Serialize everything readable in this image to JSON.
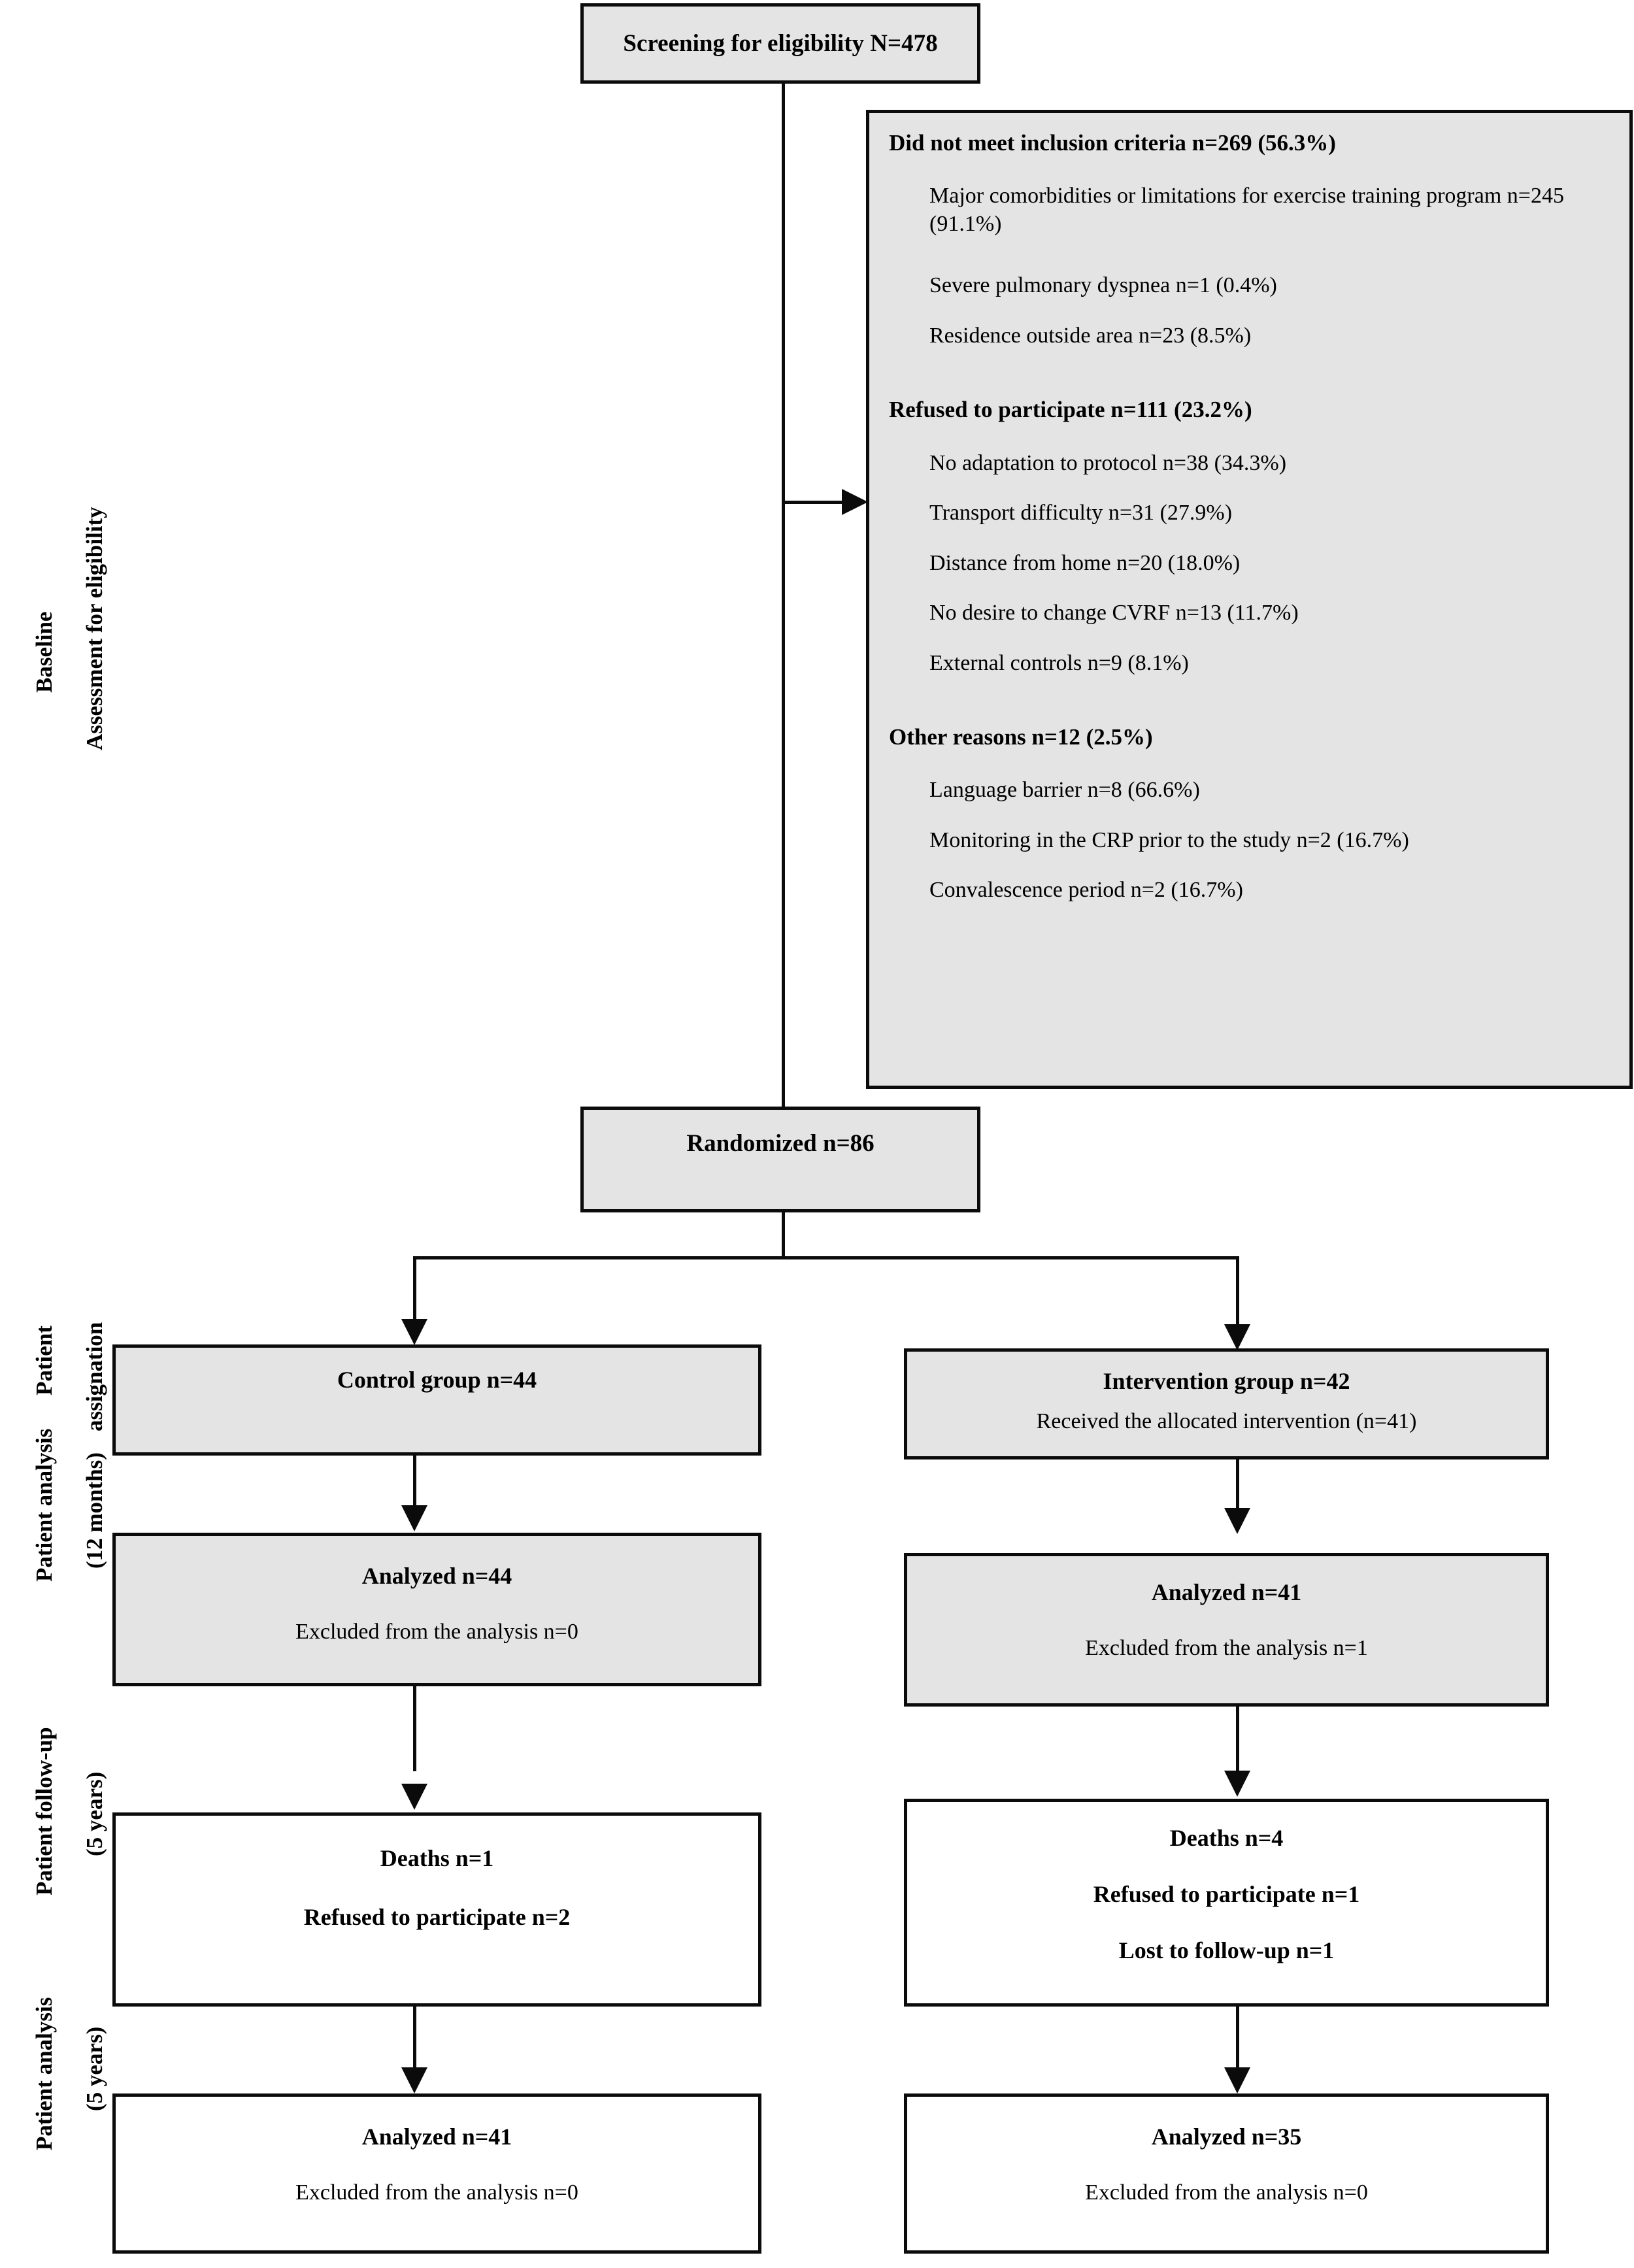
{
  "diagram": {
    "title": "CONSORT participant flow diagram",
    "box_fill": "#e4e4e4",
    "box_border": "#0b0b0b"
  },
  "side_labels": {
    "baseline": "Baseline",
    "assessment": "Assessment for eligibility",
    "assignation_l1": "Patient",
    "assignation_l2": "assignation",
    "analysis12_l1": "Patient analysis",
    "analysis12_l2": "(12 months)",
    "followup_l1": "Patient follow-up",
    "followup_l2": "(5 years)",
    "analysis5_l1": "Patient analysis",
    "analysis5_l2": "(5 years)"
  },
  "screening": {
    "title": "Screening for eligibility N=478"
  },
  "exclusions": {
    "groups": [
      {
        "heading": "Did not meet inclusion criteria n=269 (56.3%)",
        "items": [
          "Major comorbidities or limitations for exercise training program n=245 (91.1%)",
          "Severe pulmonary dyspnea n=1 (0.4%)",
          "Residence outside area n=23 (8.5%)"
        ]
      },
      {
        "heading": "Refused to participate n=111 (23.2%)",
        "items": [
          "No adaptation to protocol n=38 (34.3%)",
          "Transport difficulty n=31 (27.9%)",
          "Distance from home n=20 (18.0%)",
          "No desire to change CVRF n=13 (11.7%)",
          "External controls n=9 (8.1%)"
        ]
      },
      {
        "heading": "Other reasons n=12 (2.5%)",
        "items": [
          "Language barrier n=8 (66.6%)",
          "Monitoring in the CRP prior to the study n=2 (16.7%)",
          "Convalescence period n=2 (16.7%)"
        ]
      }
    ]
  },
  "randomized": {
    "title": "Randomized n=86"
  },
  "assignation": {
    "control": {
      "title": "Control group n=44",
      "detail": ""
    },
    "intervention": {
      "title": "Intervention group n=42",
      "detail": "Received the allocated intervention (n=41)"
    }
  },
  "analysis_12m": {
    "control": {
      "title": "Analyzed n=44",
      "detail": "Excluded from the analysis n=0"
    },
    "intervention": {
      "title": "Analyzed n=41",
      "detail": "Excluded from the analysis n=1"
    }
  },
  "followup_5y": {
    "control": {
      "line1": "Deaths n=1",
      "line2": "Refused to participate n=2",
      "line3": ""
    },
    "intervention": {
      "line1": "Deaths n=4",
      "line2": "Refused to participate n=1",
      "line3": "Lost to follow-up n=1"
    }
  },
  "analysis_5y": {
    "control": {
      "title": "Analyzed n=41",
      "detail": "Excluded from the analysis n=0"
    },
    "intervention": {
      "title": "Analyzed n=35",
      "detail": "Excluded from the analysis n=0"
    }
  }
}
